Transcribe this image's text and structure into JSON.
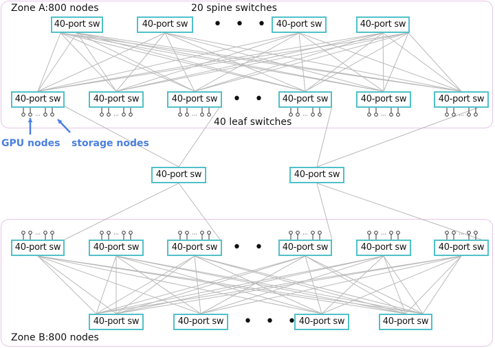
{
  "zones": {
    "a_title": "Zone A:800 nodes",
    "b_title": "Zone B:800 nodes"
  },
  "switch_label": "40-port sw",
  "spine_caption": "20 spine switches",
  "leaf_caption": "40 leaf switches",
  "gpu_label": "GPU nodes",
  "storage_label": "storage nodes",
  "ellipsis": "• • •",
  "colors": {
    "switch_border": "#4fc0c8",
    "zone_border": "#e6c4e6",
    "link_line": "#b8b8b8",
    "annotation": "#4a7fe0"
  }
}
